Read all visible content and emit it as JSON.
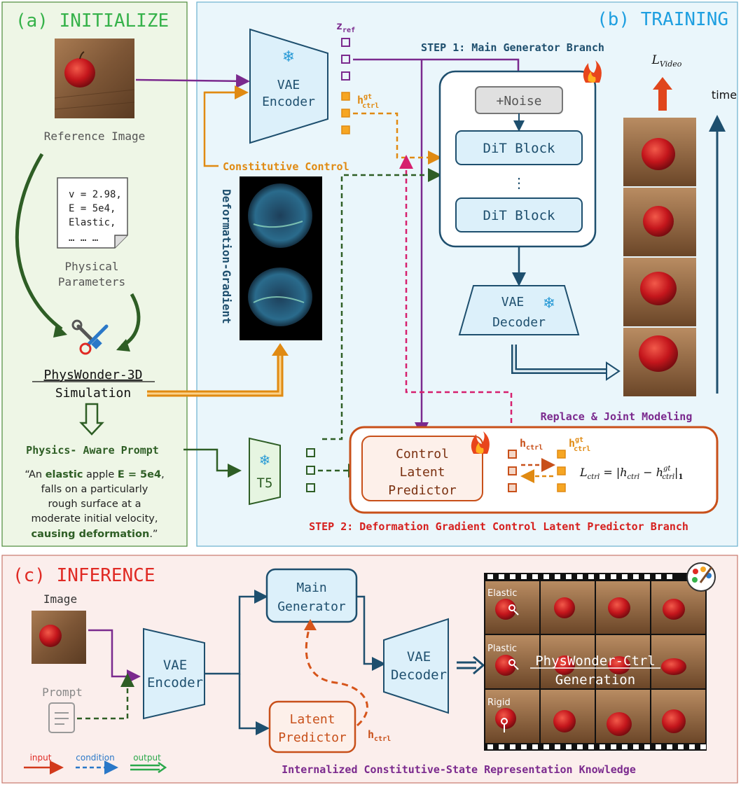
{
  "panels": {
    "initialize": "(a) INITIALIZE",
    "training": "(b) TRAINING",
    "inference": "(c) INFERENCE"
  },
  "initialize": {
    "reference_image_label": "Reference Image",
    "params_lines": [
      "v = 2.98,",
      "E = 5e4,",
      "Elastic,",
      "… … …"
    ],
    "physical_parameters_line1": "Physical",
    "physical_parameters_line2": "Parameters",
    "sim_name": "PhysWonder-3D",
    "sim_label": "Simulation",
    "prompt_title": "Physics- Aware Prompt",
    "prompt_lines": [
      [
        "“An ",
        "elastic",
        " apple ",
        "E = 5e4",
        ","
      ],
      [
        "falls on a particularly"
      ],
      [
        "rough surface at a"
      ],
      [
        "moderate initial velocity,"
      ],
      [
        "",
        "causing deformation",
        ".”"
      ]
    ]
  },
  "training": {
    "z_ref": "z",
    "z_ref_sub": "ref",
    "h_gt": "h",
    "h_gt_sup": "gt",
    "h_gt_sub": "ctrl",
    "vae_encoder_line1": "VAE",
    "vae_encoder_line2": "Encoder",
    "step1": "STEP 1: Main Generator Branch",
    "noise": "+Noise",
    "dit_block_1": "DiT Block",
    "dit_dots": "⋮",
    "dit_block_2": "DiT Block",
    "l_video": "L",
    "l_video_sub": "Video",
    "time_label": "time",
    "constitutive_control": "Constitutive Control",
    "deformation_gradient": "Deformation-Gradient",
    "vae_decoder_line1": "VAE",
    "vae_decoder_line2": "Decoder",
    "replace_joint": "Replace & Joint Modeling",
    "t5": "T5",
    "clp_line1": "Control",
    "clp_line2": "Latent",
    "clp_line3": "Predictor",
    "h_ctrl": "h",
    "h_ctrl_sub": "ctrl",
    "loss_formula": "L",
    "loss_sub": "ctrl",
    "loss_rest": " = |h",
    "loss_rest_sub": "ctrl",
    "loss_minus": " − h",
    "loss_gt_sup": "gt",
    "loss_gt_sub": "ctrl",
    "loss_end": "|",
    "loss_norm": "1",
    "step2": "STEP 2: Deformation Gradient Control Latent Predictor Branch"
  },
  "inference": {
    "image_label": "Image",
    "prompt_label": "Prompt",
    "vae_encoder_line1": "VAE",
    "vae_encoder_line2": "Encoder",
    "main_gen_line1": "Main",
    "main_gen_line2": "Generator",
    "latent_pred_line1": "Latent",
    "latent_pred_line2": "Predictor",
    "h_ctrl": "h",
    "h_ctrl_sub": "ctrl",
    "vae_decoder_line1": "VAE",
    "vae_decoder_line2": "Decoder",
    "rows": [
      "Elastic",
      "Plastic",
      "Rigid"
    ],
    "gen_line1": "PhysWonder-Ctrl",
    "gen_line2": "Generation",
    "knowledge": "Internalized Constitutive-State Representation Knowledge"
  },
  "legend": {
    "input": "input",
    "condition": "condition",
    "output": "output"
  },
  "colors": {
    "purple": "#7b2a8e",
    "orange": "#e08a12",
    "green_dark": "#2e5e25",
    "pink": "#d6206e",
    "navy": "#1e4f6e",
    "red_orange": "#c8501a",
    "init_bg": "#eef6e6",
    "train_bg": "#eaf6fb",
    "infer_bg": "#fbeeec"
  }
}
